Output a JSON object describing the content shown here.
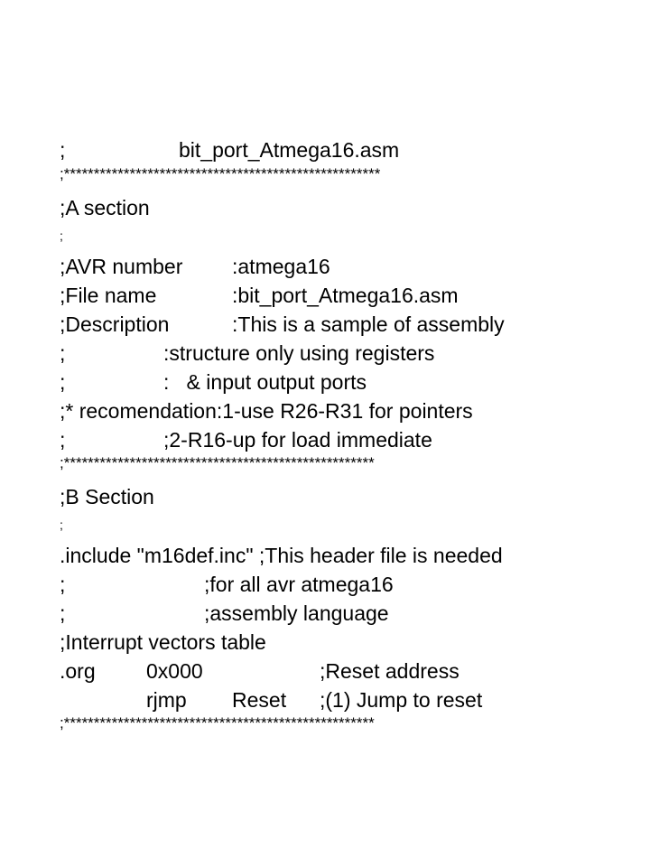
{
  "lines": [
    {
      "name": "title-line",
      "segs": [
        ";",
        "bit_port_Atmega16.asm"
      ]
    },
    {
      "name": "stars-1",
      "text": ";*****************************************************"
    },
    {
      "name": "a-section",
      "segs": [
        ";A section"
      ]
    },
    {
      "name": "semi-1",
      "text": ";"
    },
    {
      "name": "avr-number",
      "segs": [
        ";AVR number",
        ":atmega16"
      ]
    },
    {
      "name": "file-name",
      "segs": [
        ";File name",
        ":bit_port_Atmega16.asm"
      ]
    },
    {
      "name": "description",
      "segs": [
        ";Description",
        ":This is a sample of assembly"
      ]
    },
    {
      "name": "description-2",
      "segs": [
        ";",
        ":structure only using registers"
      ]
    },
    {
      "name": "description-3",
      "segs": [
        ";",
        ":   & input output ports"
      ]
    },
    {
      "name": "recommendation",
      "segs": [
        ";* recomendation:1-use R26-R31 for pointers"
      ]
    },
    {
      "name": "recommendation-2",
      "segs": [
        ";",
        ";2-R16-up for load immediate"
      ]
    },
    {
      "name": "stars-2",
      "text": ";****************************************************"
    },
    {
      "name": "b-section",
      "segs": [
        ";B Section"
      ]
    },
    {
      "name": "semi-2",
      "text": ";"
    },
    {
      "name": "include-line",
      "segs": [
        ".include \"m16def.inc\" ;This header file is needed"
      ]
    },
    {
      "name": "include-comment-2",
      "segs": [
        ";",
        ";for all avr atmega16"
      ]
    },
    {
      "name": "include-comment-3",
      "segs": [
        ";",
        ";assembly language"
      ]
    },
    {
      "name": "interrupt-table",
      "segs": [
        ";Interrupt vectors table"
      ]
    },
    {
      "name": "org-line",
      "segs": [
        ".org",
        "0x000",
        ";Reset address"
      ]
    },
    {
      "name": "rjmp-line",
      "segs": [
        "rjmp",
        "Reset",
        ";(1) Jump to reset"
      ]
    },
    {
      "name": "stars-3",
      "text": ";****************************************************"
    }
  ]
}
